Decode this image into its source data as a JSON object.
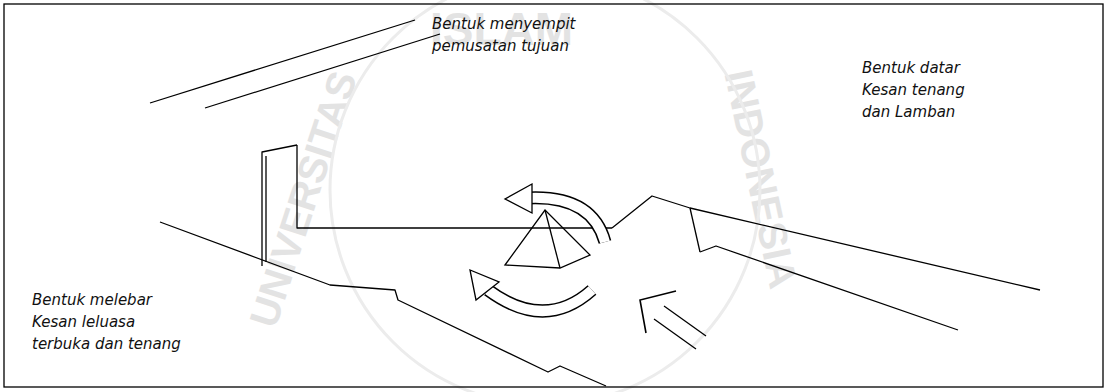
{
  "diagram": {
    "labels": [
      "Bentuk menyempit pemusatan tujuan",
      "Bentuk datar Kesan tenang dan Lamban",
      "Bentuk melebar Kesan leluasa terbuka dan tenang",
      "ISLAM",
      "UNIVERSITAS",
      "INDONESIA"
    ]
  }
}
